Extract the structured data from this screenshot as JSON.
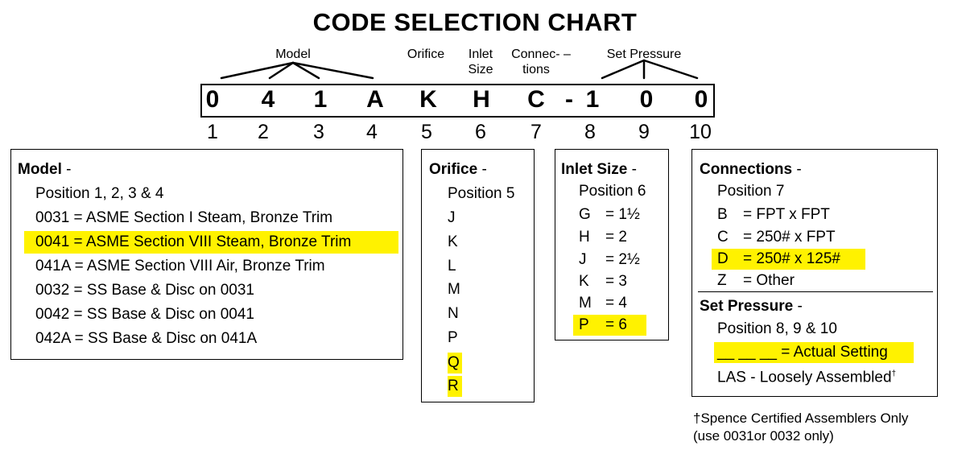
{
  "title": "CODE SELECTION CHART",
  "top_labels": {
    "model": "Model",
    "orifice": "Orifice",
    "inlet_1": "Inlet",
    "inlet_2": "Size",
    "connections_1": "Connec- –",
    "connections_2": "tions",
    "set_pressure": "Set Pressure"
  },
  "code_chars": [
    "0",
    "4",
    "1",
    "A",
    "K",
    "H",
    "C",
    "-",
    "1",
    "0",
    "0"
  ],
  "positions": [
    "1",
    "2",
    "3",
    "4",
    "5",
    "6",
    "7",
    "8",
    "9",
    "10"
  ],
  "model_box": {
    "heading": "Model",
    "heading_suffix": " -",
    "position": "Position 1, 2, 3 & 4",
    "items": [
      "0031 = ASME Section I Steam, Bronze Trim",
      "0041 = ASME Section VIII Steam, Bronze Trim",
      "041A = ASME Section VIII Air, Bronze Trim",
      "0032 = SS Base & Disc on 0031",
      "0042 = SS Base & Disc on 0041",
      "042A = SS Base & Disc on 041A"
    ],
    "highlighted_index": 1
  },
  "orifice_box": {
    "heading": "Orifice",
    "heading_suffix": " -",
    "position": "Position 5",
    "items": [
      "J",
      "K",
      "L",
      "M",
      "N",
      "P",
      "Q",
      "R"
    ],
    "highlighted": [
      "Q",
      "R"
    ]
  },
  "inlet_box": {
    "heading": "Inlet Size",
    "heading_suffix": " -",
    "position": "Position 6",
    "items": [
      {
        "code": "G",
        "value": "= 1½"
      },
      {
        "code": "H",
        "value": "= 2"
      },
      {
        "code": "J",
        "value": "= 2½"
      },
      {
        "code": "K",
        "value": "= 3"
      },
      {
        "code": "M",
        "value": "= 4"
      },
      {
        "code": "P",
        "value": "= 6"
      }
    ],
    "highlighted_index": 5
  },
  "connections_box": {
    "heading": "Connections",
    "heading_suffix": " -",
    "position": "Position 7",
    "items": [
      {
        "code": "B",
        "value": "= FPT x FPT"
      },
      {
        "code": "C",
        "value": "= 250# x FPT"
      },
      {
        "code": "D",
        "value": "= 250# x 125#"
      },
      {
        "code": "Z",
        "value": "= Other"
      }
    ],
    "highlighted_index": 2,
    "set_pressure_heading": "Set Pressure",
    "set_pressure_suffix": " -",
    "set_pressure_position": "Position 8, 9 & 10",
    "actual_setting": "__ __ __ = Actual Setting",
    "las": "LAS - Loosely Assembled",
    "las_mark": "†"
  },
  "footnote": {
    "line1": "†Spence Certified Assemblers Only",
    "line2": "(use 0031or 0032 only)"
  },
  "colors": {
    "highlight": "#fff200",
    "border": "#000000"
  }
}
